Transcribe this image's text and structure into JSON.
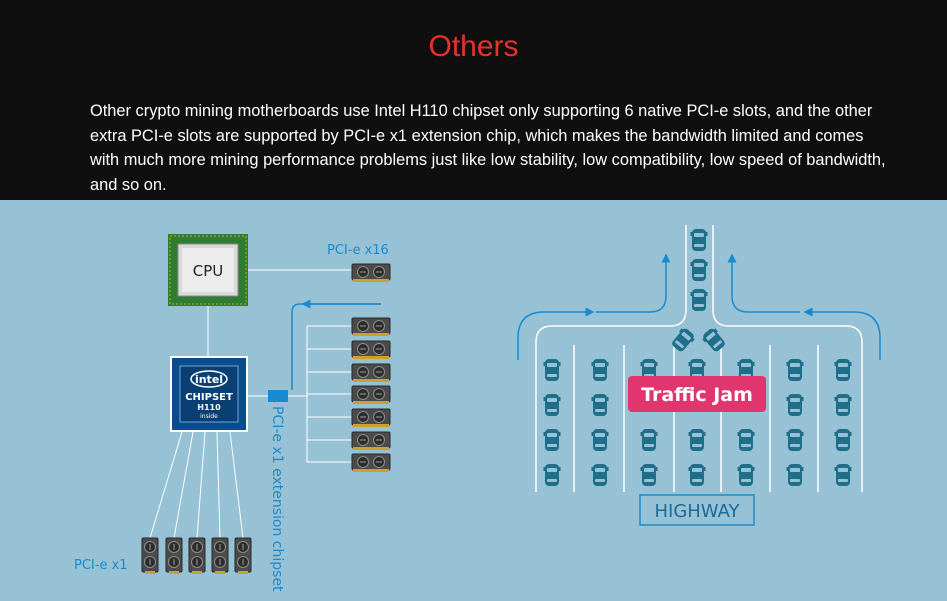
{
  "header": {
    "title": "Others",
    "description": "Other crypto mining motherboards use Intel H110 chipset only supporting 6 native PCI-e slots, and the other extra PCI-e slots are supported by PCI-e x1 extension chip, which makes the bandwidth limited and comes with much more mining performance problems just like low stability, low compatibility, low speed of bandwidth, and so on."
  },
  "diagram": {
    "cpu_label": "CPU",
    "pcie_x16_label": "PCI-e x16",
    "chip_brand": "intel",
    "chip_name": "CHIPSET",
    "chip_model": "H110",
    "chip_inside": "inside",
    "extension_label": "PCI-e x1 extension chipset",
    "pcie_x1_label": "PCI-e x1",
    "traffic_jam_label": "Traffic Jam",
    "highway_label": "HIGHWAY"
  },
  "colors": {
    "title_red": "#e8312c",
    "diagram_bg": "#97c1d4",
    "accent_blue": "#1a8ad0",
    "car_teal": "#1f6f8a",
    "jam_pink": "#e0356e",
    "chip_blue": "#0b4d8c",
    "cpu_green": "#2e7d32"
  }
}
